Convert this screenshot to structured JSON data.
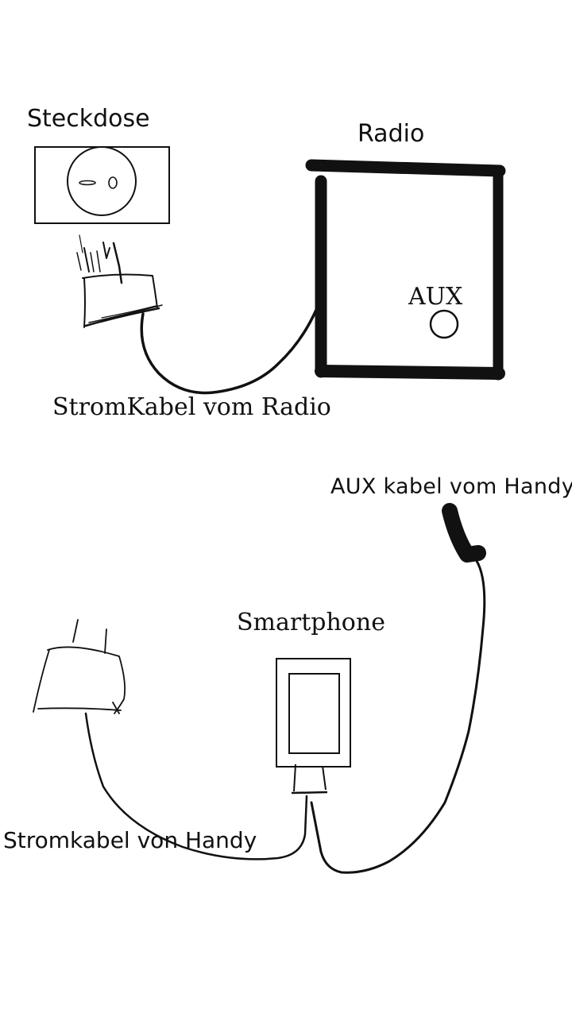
{
  "labels": {
    "outlet": "Steckdose",
    "radio": "Radio",
    "aux_port": "AUX",
    "radio_power_cable": "StromKabel vom Radio",
    "aux_cable": "AUX kabel vom Handy",
    "smartphone": "Smartphone",
    "phone_power_cable": "Stromkabel von Handy"
  },
  "colors": {
    "ink": "#111111",
    "background": "#ffffff"
  }
}
